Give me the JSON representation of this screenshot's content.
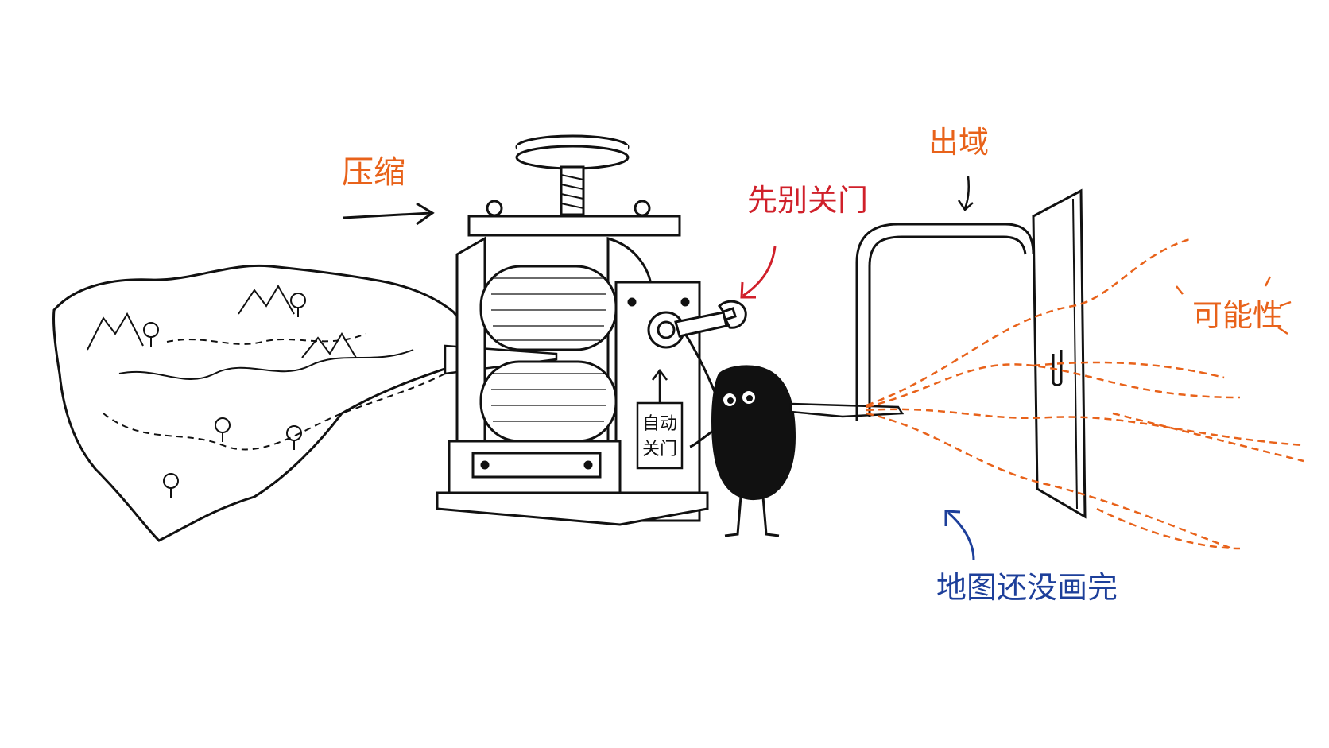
{
  "labels": {
    "compress": "压缩",
    "dont_close_yet": "先别关门",
    "exit_domain": "出域",
    "possibility": "可能性",
    "map_unfinished": "地图还没画完",
    "auto_close_line1": "自动",
    "auto_close_line2": "关门"
  },
  "colors": {
    "ink": "#111111",
    "orange": "#e8621a",
    "red": "#d0202a",
    "blue": "#1d3f9a",
    "paper": "#ffffff"
  }
}
